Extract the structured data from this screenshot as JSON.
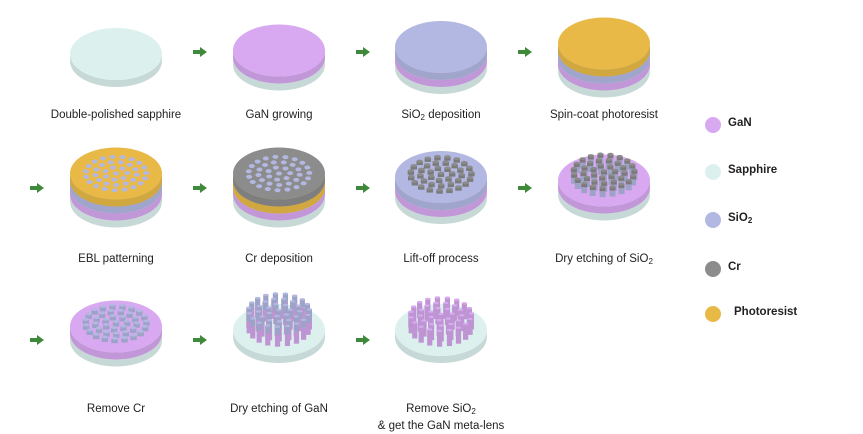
{
  "steps": [
    {
      "label": "Double-polished sapphire",
      "layers": [
        "sapphire"
      ],
      "top": "plain"
    },
    {
      "label": "GaN growing",
      "layers": [
        "sapphire",
        "gan"
      ],
      "top": "plain"
    },
    {
      "label": "SiO",
      "sub": "2",
      "suffix": " deposition",
      "layers": [
        "sapphire",
        "gan",
        "sio2"
      ],
      "top": "plain"
    },
    {
      "label": "Spin-coat photoresist",
      "layers": [
        "sapphire",
        "gan",
        "sio2",
        "photoresist"
      ],
      "top": "plain"
    },
    {
      "label": "EBL patterning",
      "layers": [
        "sapphire",
        "gan",
        "sio2",
        "photoresist"
      ],
      "top": "holes-sio2"
    },
    {
      "label": "Cr deposition",
      "layers": [
        "sapphire",
        "gan",
        "photoresist",
        "cr"
      ],
      "top": "holes-sio2"
    },
    {
      "label": "Lift-off process",
      "layers": [
        "sapphire",
        "gan",
        "sio2"
      ],
      "top": "dots-cr"
    },
    {
      "label": "Dry etching of SiO",
      "sub": "2",
      "suffix": "",
      "layers": [
        "sapphire",
        "gan"
      ],
      "top": "pillars-sio2-cr"
    },
    {
      "label": "Remove Cr",
      "layers": [
        "sapphire",
        "gan"
      ],
      "top": "pillars-sio2"
    },
    {
      "label": "Dry etching of GaN",
      "layers": [
        "sapphire"
      ],
      "top": "pillars-gan-sio2"
    },
    {
      "label": "Remove SiO",
      "sub": "2",
      "suffix": "",
      "label2": "& get the GaN meta-lens",
      "layers": [
        "sapphire"
      ],
      "top": "pillars-gan"
    }
  ],
  "legend": [
    {
      "label": "GaN",
      "key": "gan"
    },
    {
      "label": "Sapphire",
      "key": "sapphire"
    },
    {
      "label": "SiO",
      "sub": "2",
      "key": "sio2"
    },
    {
      "label": "Cr",
      "key": "cr"
    },
    {
      "label": "Photoresist",
      "key": "photoresist"
    }
  ],
  "colors": {
    "gan": "#d8a8f0",
    "sapphire": "#dcf1ee",
    "sio2": "#b2b8e2",
    "cr": "#8c8c8c",
    "photoresist": "#e8b946",
    "arrow": "#3e8a3a"
  }
}
